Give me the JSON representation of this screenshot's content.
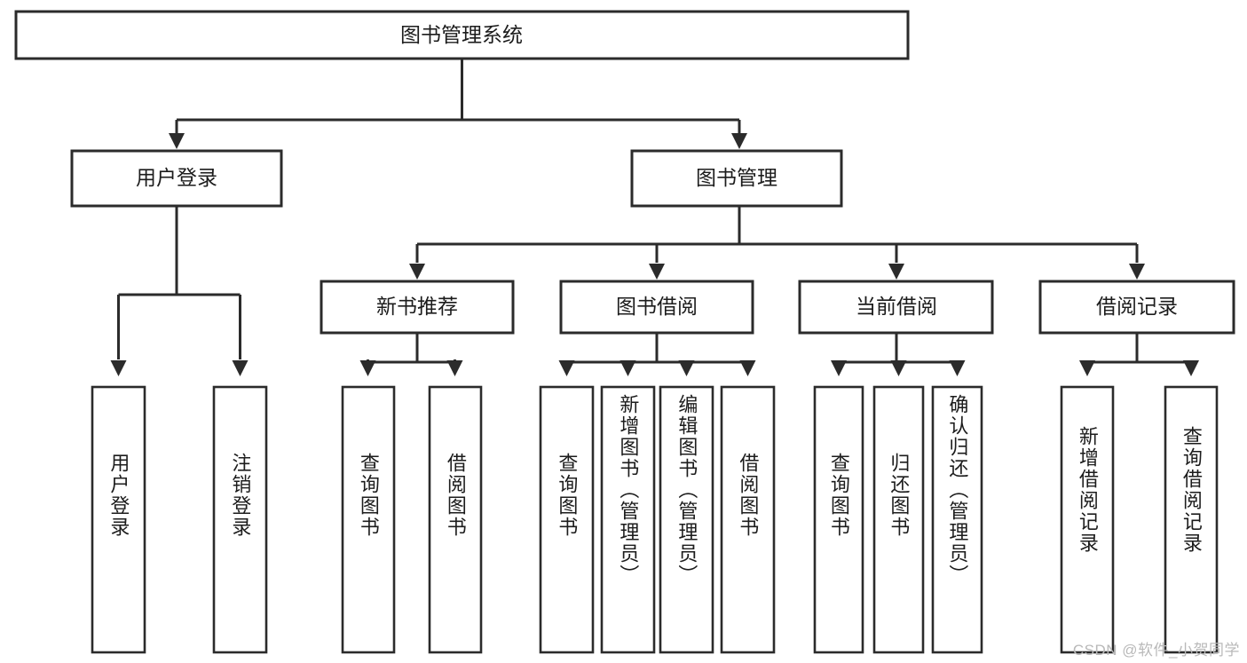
{
  "diagram": {
    "title": "图书管理系统",
    "type": "tree",
    "orientation": "top-down",
    "colors": {
      "background": "#ffffff",
      "box_stroke": "#2b2b2b",
      "box_fill": "#ffffff",
      "text": "#1c1c1c",
      "watermark": "#b9b9b9"
    },
    "root": {
      "label": "图书管理系统"
    },
    "level2": [
      {
        "label": "用户登录"
      },
      {
        "label": "图书管理"
      }
    ],
    "level3": [
      {
        "label": "新书推荐"
      },
      {
        "label": "图书借阅"
      },
      {
        "label": "当前借阅"
      },
      {
        "label": "借阅记录"
      }
    ],
    "leaves": {
      "user_login": [
        {
          "label": "用户登录"
        },
        {
          "label": "注销登录"
        }
      ],
      "new_book_recommend": [
        {
          "label": "查询图书"
        },
        {
          "label": "借阅图书"
        }
      ],
      "book_borrow": [
        {
          "label": "查询图书"
        },
        {
          "label": "新增图书（管理员）"
        },
        {
          "label": "编辑图书（管理员）"
        },
        {
          "label": "借阅图书"
        }
      ],
      "current_borrow": [
        {
          "label": "查询图书"
        },
        {
          "label": "归还图书"
        },
        {
          "label": "确认归还（管理员）"
        }
      ],
      "borrow_records": [
        {
          "label": "新增借阅记录"
        },
        {
          "label": "查询借阅记录"
        }
      ]
    }
  },
  "watermark": {
    "text": "CSDN @软件_小贺同学"
  }
}
